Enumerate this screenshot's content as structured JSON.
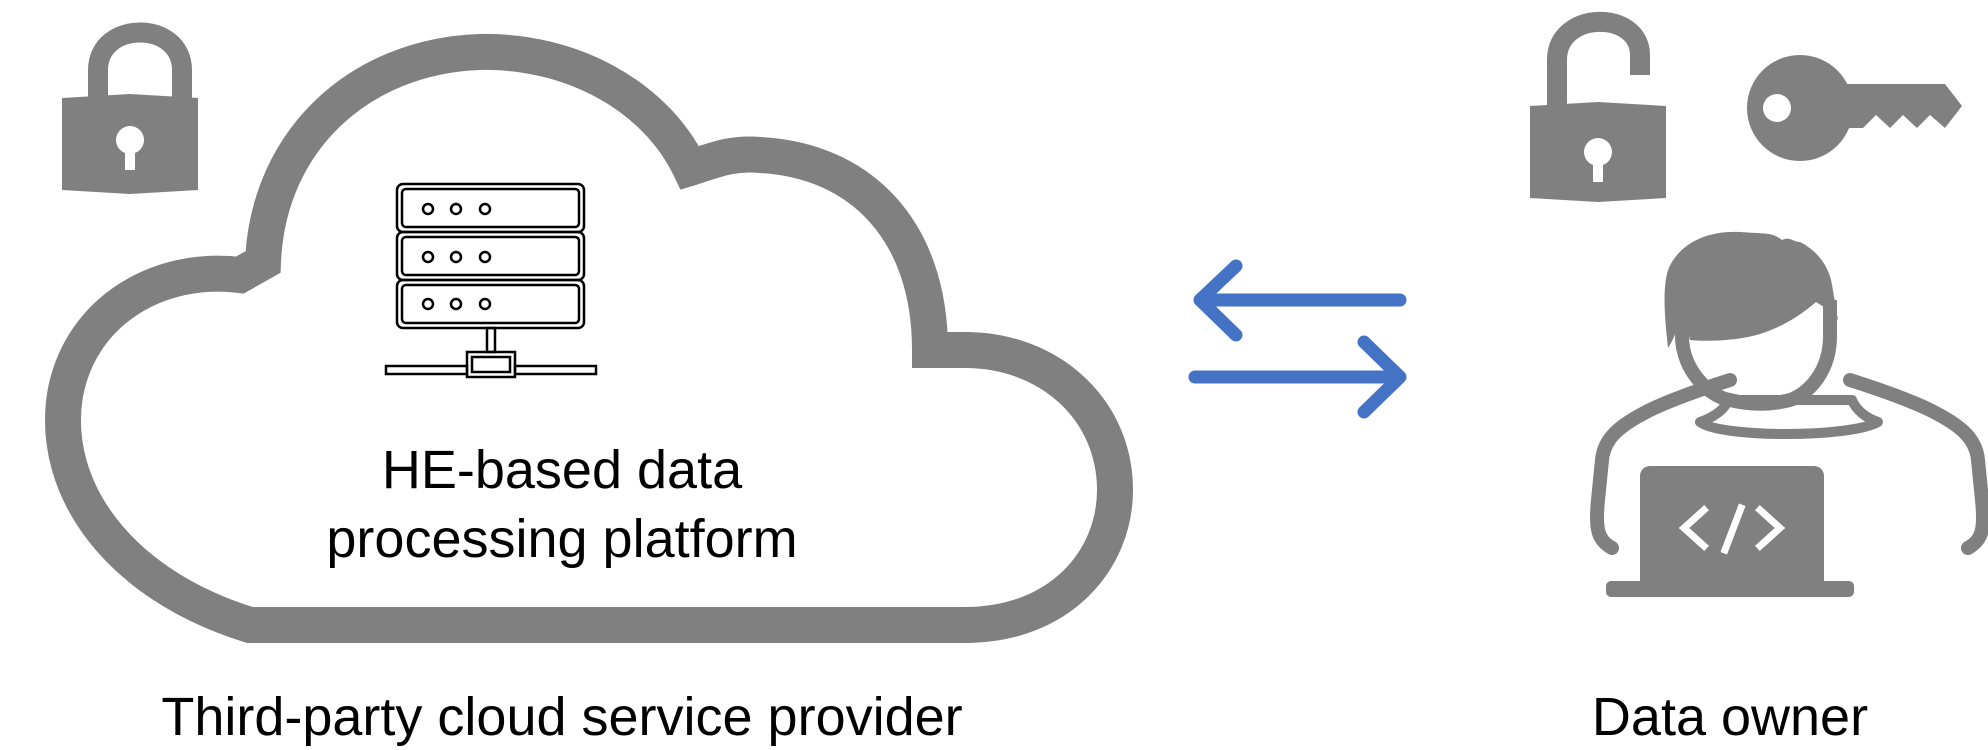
{
  "cloud": {
    "line1": "HE-based data",
    "line2": "processing platform",
    "caption": "Third-party cloud service provider"
  },
  "owner": {
    "caption": "Data owner"
  },
  "icons": {
    "cloud": "cloud-icon",
    "server": "server-rack-icon",
    "cloud_lock": "padlock-locked-icon",
    "owner_lock": "padlock-unlocked-icon",
    "key": "key-icon",
    "user": "user-laptop-icon",
    "exchange": "bidirectional-arrows-icon"
  },
  "colors": {
    "icon_gray": "#808080",
    "arrow_blue": "#4472C4",
    "text": "#000000"
  }
}
